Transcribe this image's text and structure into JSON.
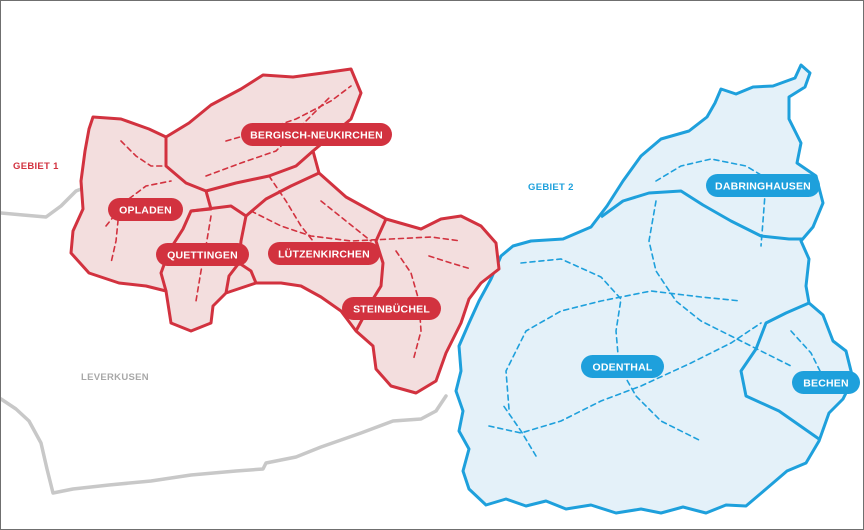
{
  "colors": {
    "red": "#d2323f",
    "red_fill": "#f3dede",
    "blue": "#1ea0dc",
    "blue_fill": "#e4f1f9",
    "gray": "#c8c8c8",
    "gray_text": "#a8a8a8"
  },
  "areas": {
    "gebiet1": "GEBIET 1",
    "gebiet2": "GEBIET 2"
  },
  "city": "LEVERKUSEN",
  "districts": {
    "bergisch_neukirchen": "BERGISCH-NEUKIRCHEN",
    "opladen": "OPLADEN",
    "quettingen": "QUETTINGEN",
    "luetzenkirchen": "LÜTZENKIRCHEN",
    "steinbuechel": "STEINBÜCHEL",
    "dabringhausen": "DABRINGHAUSEN",
    "odenthal": "ODENTHAL",
    "bechen": "BECHEN"
  }
}
